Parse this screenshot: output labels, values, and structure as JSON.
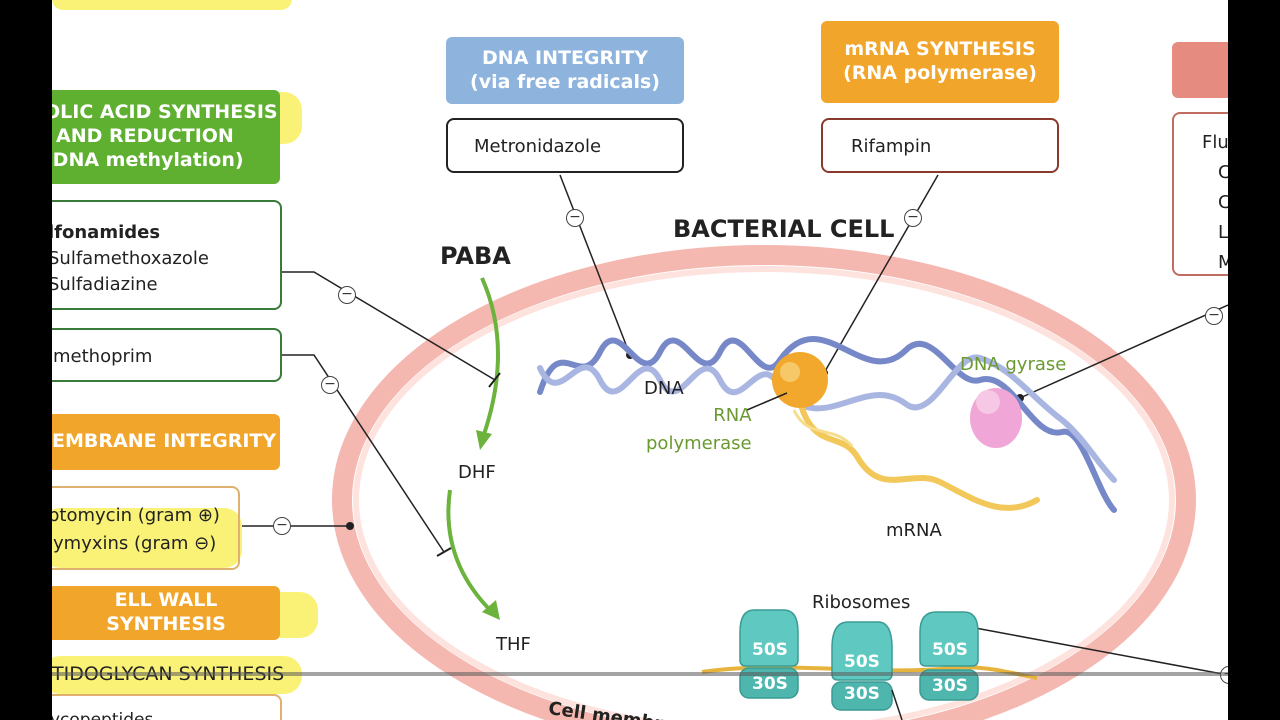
{
  "categories": {
    "dna_integrity": [
      "DNA INTEGRITY",
      "(via free radicals)"
    ],
    "mrna_synthesis": [
      "mRNA SYNTHESIS",
      "(RNA polymerase)"
    ],
    "folic_acid": [
      "OLIC ACID SYNTHESIS",
      "AND REDUCTION",
      "(DNA methylation)"
    ],
    "membrane_integrity": "EMBRANE INTEGRITY",
    "cell_wall": "ELL WALL SYNTHESIS",
    "peptidoglycan": "TIDOGLYCAN SYNTHESIS"
  },
  "drugs": {
    "metronidazole": "Metronidazole",
    "rifampin": "Rifampin",
    "sulfonamides": [
      "lfonamides",
      "Sulfamethoxazole",
      "Sulfadiazine"
    ],
    "trimethoprim": "imethoprim",
    "membrane": [
      "ptomycin (gram ⊕)",
      "lymyxins (gram ⊖)"
    ],
    "fluoroquinolones": [
      "Flu",
      "C",
      "C",
      "L",
      "M"
    ],
    "cell_wall_partial": "ycopeptides"
  },
  "labels": {
    "bacterial_cell": "BACTERIAL CELL",
    "paba": "PABA",
    "dhf": "DHF",
    "thf": "THF",
    "dna": "DNA",
    "rna_polymerase": [
      "RNA",
      "polymerase"
    ],
    "dna_gyrase": "DNA gyrase",
    "mrna": "mRNA",
    "ribosomes": "Ribosomes",
    "cell_membrane": "Cell membr",
    "ribosome_large": "50S",
    "ribosome_small": "30S",
    "minus_symbol": "−"
  },
  "colors": {
    "blue_category": "#8eb4de",
    "orange_category": "#f2a52b",
    "green_category": "#5fb030",
    "red_category": "#e58b80",
    "cell_wall_outer": "#f4b8b0",
    "cell_wall_inner": "#fde2de",
    "pathway_arrow": "#6cb33e",
    "ribosome_fill": "#5fc8c0",
    "highlight": "#f7ee4a"
  }
}
